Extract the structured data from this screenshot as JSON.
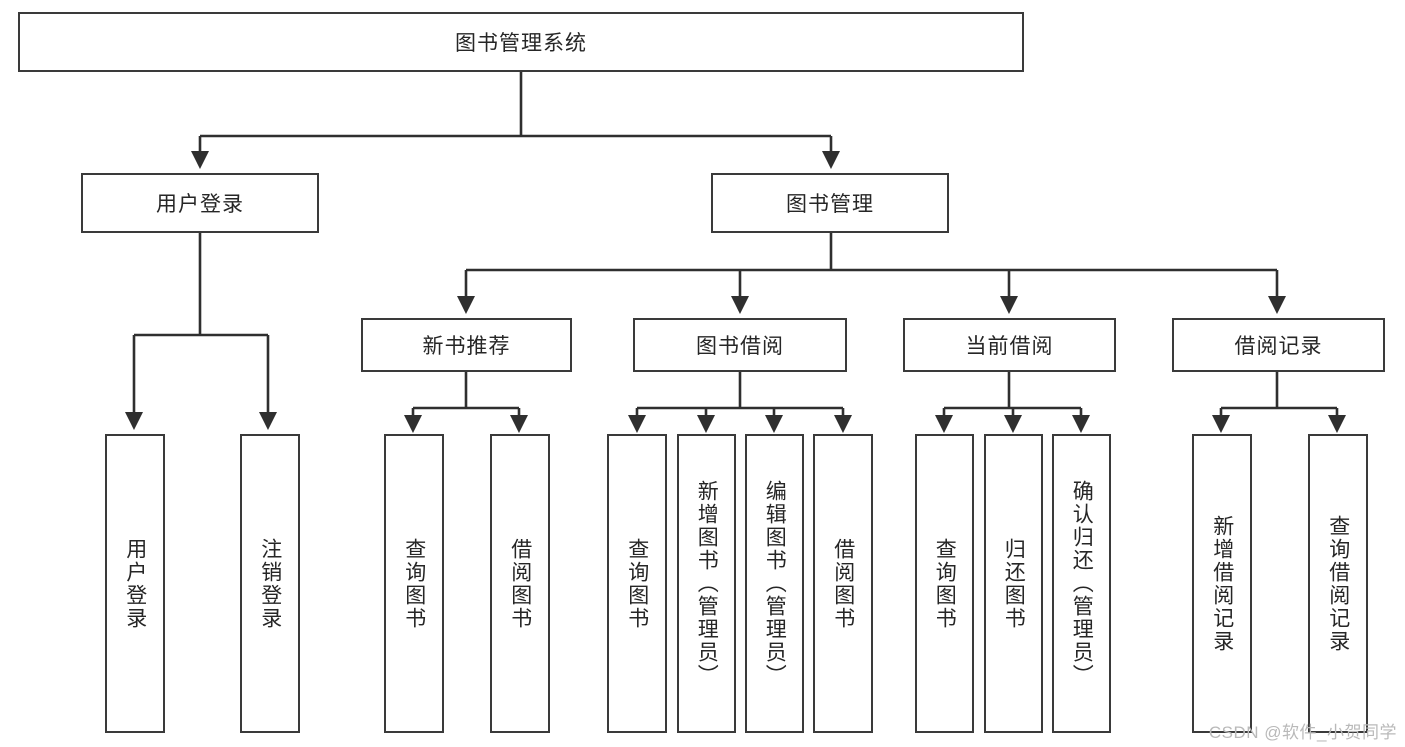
{
  "diagram": {
    "type": "tree",
    "title": "图书管理系统",
    "watermark": "CSDN @软件_小贺同学",
    "colors": {
      "border": "#3a3a3a",
      "text": "#262626",
      "background": "#ffffff",
      "edge": "#2f2f2f",
      "watermark": "#b9b9b9"
    },
    "nodes": {
      "root": {
        "label": "图书管理系统"
      },
      "level1": [
        {
          "id": "user-login",
          "label": "用户登录"
        },
        {
          "id": "book-manage",
          "label": "图书管理"
        }
      ],
      "level2": [
        {
          "id": "new-book-rec",
          "label": "新书推荐"
        },
        {
          "id": "book-borrow",
          "label": "图书借阅"
        },
        {
          "id": "current-borrow",
          "label": "当前借阅"
        },
        {
          "id": "borrow-record",
          "label": "借阅记录"
        }
      ],
      "leaves": {
        "user_login": [
          {
            "id": "leaf-user-login",
            "label": "用户登录"
          },
          {
            "id": "leaf-logout",
            "label": "注销登录"
          }
        ],
        "new_book_rec": [
          {
            "id": "leaf-query-book-1",
            "label": "查询图书"
          },
          {
            "id": "leaf-borrow-book-1",
            "label": "借阅图书"
          }
        ],
        "book_borrow": [
          {
            "id": "leaf-query-book-2",
            "label": "查询图书"
          },
          {
            "id": "leaf-add-book",
            "label": "新增图书（管理员）"
          },
          {
            "id": "leaf-edit-book",
            "label": "编辑图书（管理员）"
          },
          {
            "id": "leaf-borrow-book-2",
            "label": "借阅图书"
          }
        ],
        "current_borrow": [
          {
            "id": "leaf-query-book-3",
            "label": "查询图书"
          },
          {
            "id": "leaf-return-book",
            "label": "归还图书"
          },
          {
            "id": "leaf-confirm-return",
            "label": "确认归还（管理员）"
          }
        ],
        "borrow_record": [
          {
            "id": "leaf-add-record",
            "label": "新增借阅记录"
          },
          {
            "id": "leaf-query-record",
            "label": "查询借阅记录"
          }
        ]
      }
    }
  }
}
